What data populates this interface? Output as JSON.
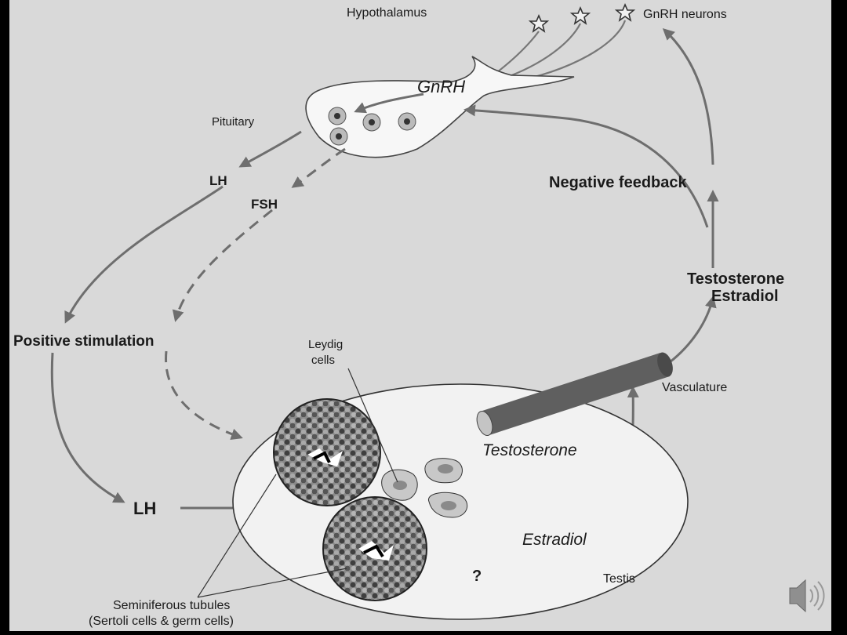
{
  "labels": {
    "hypothalamus": "Hypothalamus",
    "gnrh_neurons": "GnRH neurons",
    "gnrh": "GnRH",
    "pituitary": "Pituitary",
    "lh_top": "LH",
    "fsh": "FSH",
    "negative_feedback": "Negative feedback",
    "testosterone_estradiol_1": "Testosterone",
    "testosterone_estradiol_2": "Estradiol",
    "positive_stimulation": "Positive stimulation",
    "leydig_1": "Leydig",
    "leydig_2": "cells",
    "vasculature": "Vasculature",
    "testosterone": "Testosterone",
    "estradiol": "Estradiol",
    "lh_bottom": "LH",
    "question": "?",
    "testis": "Testis",
    "seminiferous_1": "Seminiferous tubules",
    "seminiferous_2": "(Sertoli cells & germ cells)"
  },
  "icons": {
    "audio": "speaker-icon"
  },
  "colors": {
    "background": "#d9d9d9",
    "arrow": "#6e6e6e",
    "vessel": "#5f5f5f"
  }
}
